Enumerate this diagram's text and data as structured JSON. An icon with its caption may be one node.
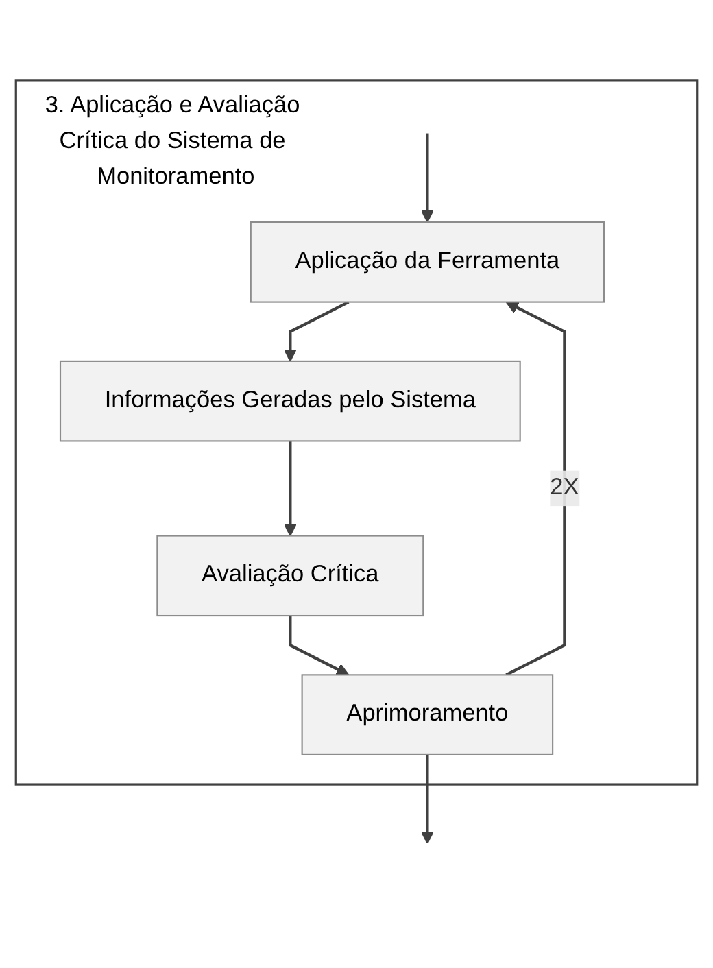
{
  "diagram": {
    "nodes": [
      {
        "text": [
          "3. Aplicação e Avaliação Crítica do Sistema de Monitoramento"
        ]
      },
      {
        "text": [
          "Aplicação da Ferramenta"
        ],
        "in": 0
      },
      {
        "text": [
          "Informações Geradas pelo Sistema"
        ],
        "in": 0
      },
      {
        "text": [
          "Avaliação Crítica"
        ],
        "in": 0
      },
      {
        "text": [
          "Aprimoramento"
        ],
        "in": 0
      }
    ],
    "edges": [
      {
        "from": null,
        "to": 1,
        "arrow": "to"
      },
      {
        "from": 1,
        "to": 2,
        "arrow": "to"
      },
      {
        "from": 2,
        "to": 3,
        "arrow": "to"
      },
      {
        "from": 3,
        "to": 4,
        "arrow": "to"
      },
      {
        "from": 4,
        "to": 1,
        "arrow": "to",
        "label": "2X"
      },
      {
        "from": 4,
        "to": null,
        "arrow": "to"
      }
    ]
  }
}
